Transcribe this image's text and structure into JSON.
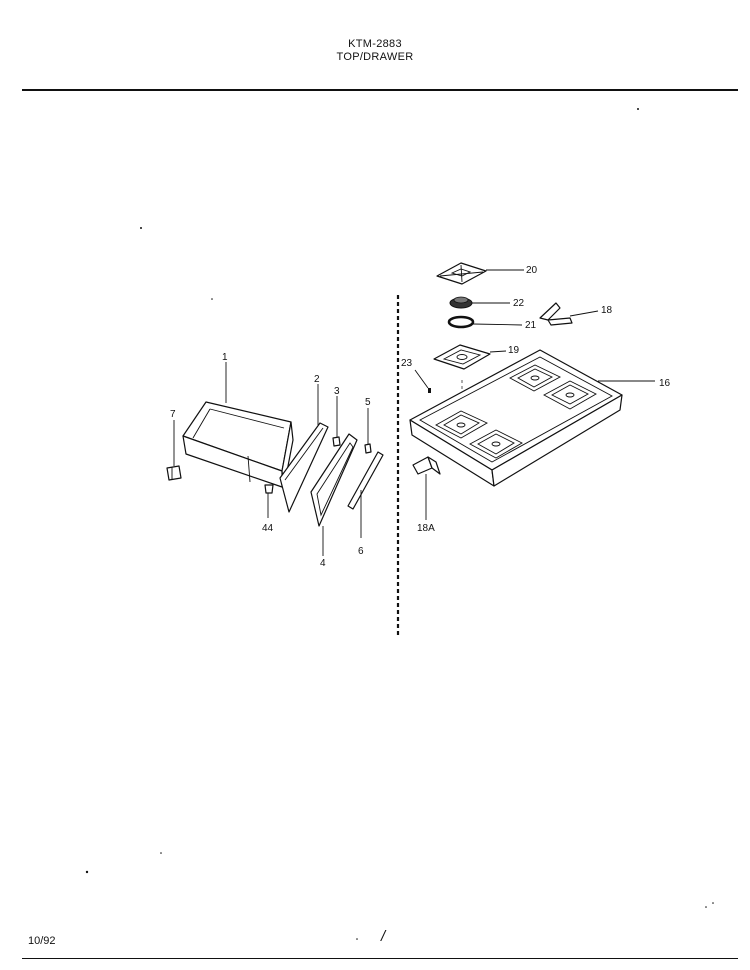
{
  "header": {
    "model": "KTM-2883",
    "section": "TOP/DRAWER"
  },
  "footer": {
    "date": "10/92",
    "page_mark": "/"
  },
  "callouts": {
    "c1": "1",
    "c2": "2",
    "c3": "3",
    "c4": "4",
    "c5": "5",
    "c6": "6",
    "c7": "7",
    "c44": "44",
    "c16": "16",
    "c18": "18",
    "c18a": "18A",
    "c19": "19",
    "c20": "20",
    "c21": "21",
    "c22": "22",
    "c23": "23"
  }
}
